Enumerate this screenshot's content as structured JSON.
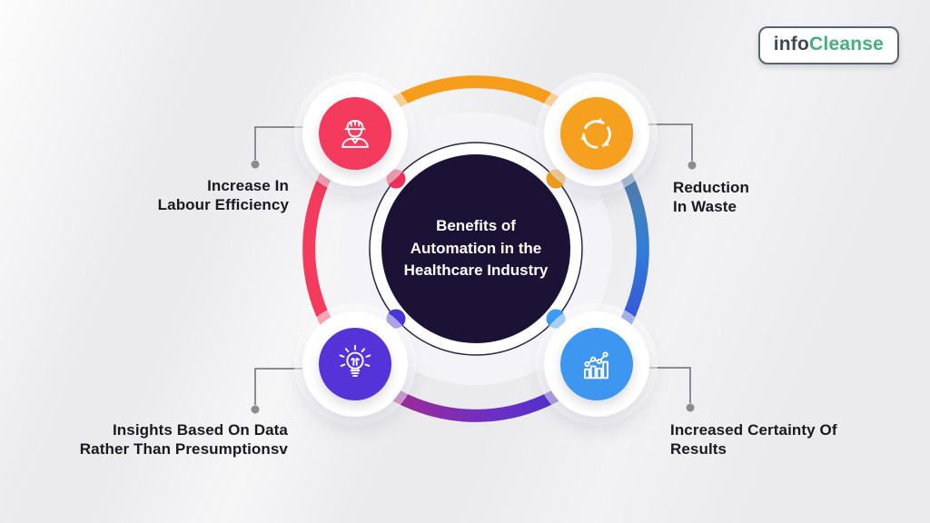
{
  "page": {
    "background_color": "#ebebee"
  },
  "logo": {
    "prefix": "info",
    "suffix": "Cleanse",
    "prefix_color": "#3d4756",
    "suffix_color": "#44b07d"
  },
  "center": {
    "lines": [
      "Benefits of",
      "Automation in the",
      "Healthcare Industry"
    ],
    "bg_color": "#1b1236",
    "text_color": "#ffffff"
  },
  "items": [
    {
      "position": "top-left",
      "icon": "worker-icon",
      "circle_color": "#f43b5d",
      "dot_color": "#f2325a",
      "lines": [
        "Increase In",
        "Labour Efficiency"
      ]
    },
    {
      "position": "top-right",
      "icon": "recycle-icon",
      "circle_color": "#f5a01f",
      "dot_color": "#f0a01c",
      "lines": [
        "Reduction",
        "In Waste"
      ]
    },
    {
      "position": "bottom-left",
      "icon": "lightbulb-icon",
      "circle_color": "#5433d8",
      "dot_color": "#4836d8",
      "lines": [
        "Insights Based On Data",
        "Rather Than Presumptionsv"
      ]
    },
    {
      "position": "bottom-right",
      "icon": "bar-chart-icon",
      "circle_color": "#3d96f0",
      "dot_color": "#3c9bf2",
      "lines": [
        "Increased Certainty Of",
        "Results"
      ]
    }
  ],
  "ring": {
    "top_color": "#f79d1c",
    "left_color": "#f43b5d",
    "right_gradient": [
      "#6b7d8c",
      "#2f7ed8",
      "#3f3bd6"
    ],
    "bottom_gradient": [
      "#b42a86",
      "#6e2fc2",
      "#4134d6"
    ]
  }
}
